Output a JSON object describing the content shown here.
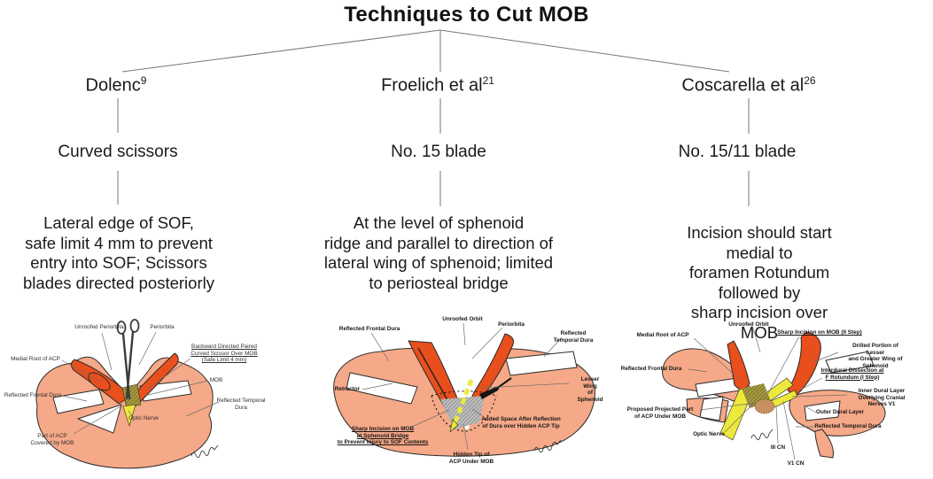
{
  "title": "Techniques to Cut MOB",
  "columns": [
    {
      "author": "Dolenc",
      "ref": "9",
      "tool": "Curved scissors",
      "description": "Lateral edge of SOF,\nsafe limit 4 mm to prevent\nentry into SOF; Scissors\nblades directed posteriorly"
    },
    {
      "author": "Froelich et al",
      "ref": "21",
      "tool": "No. 15 blade",
      "description": "At the level of sphenoid\nridge and parallel to direction of\nlateral wing of sphenoid; limited\nto periosteal bridge"
    },
    {
      "author": "Coscarella et al",
      "ref": "26",
      "tool": "No. 15/11 blade",
      "description": "Incision should start medial to\nforamen Rotundum followed by\nsharp incision over MOB"
    }
  ],
  "figures": {
    "dolenc": {
      "labels": {
        "unroofed_periorbita": "Unroofed Periorbita",
        "periorbita": "Periorbita",
        "medial_root_acp": "Medial Root of ACP",
        "backward_scissor": "Backward Directed Paired\nCurved Scissor Over MOB\n(Safe Limit 4 mm)",
        "mob": "MOB",
        "reflected_frontal_dura": "Reflected Frontal Dura",
        "reflected_temporal_dura": "Reflected Temporal Dura",
        "optic_nerve": "Optic Nerve",
        "part_acp": "Part of ACP\nCovered by MOB"
      }
    },
    "froelich": {
      "labels": {
        "unroofed_orbit": "Unroofed Orbit",
        "periorbita": "Periorbita",
        "reflected_frontal_dura": "Reflected Frontal Dura",
        "reflected_temporal_dura": "Reflected Temporal Dura",
        "retractor": "Retractor",
        "lesser_wing": "Lesser Wing\nof Sphenoid",
        "sharp_incision": "Sharp Incision on MOB\nat Sphenoid Bridge\nto Prevent Injury to SOF Contents",
        "added_space": "Added Space After Reflection\nof Dura over Hidden ACP Tip",
        "hidden_tip": "Hidden Tip of\nACP Under MOB"
      }
    },
    "coscarella": {
      "labels": {
        "unroofed_orbit": "Unroofed Orbit",
        "medial_root_acp": "Medial Root of ACP",
        "sharp_incision": "Sharp Incision on MOB (II Step)",
        "drilled_portion": "Drilled Portion of Lesser\nand Greater Wing of Sphenoid",
        "reflected_frontal_dura": "Reflected Frontal Dura",
        "interdural_dissection": "Interdural Dissection at\nF Rotundum (I Step)",
        "inner_dural_layer": "Inner Dural Layer\nOverlying Cranial Nerves V1",
        "proposed_projected": "Proposed Projected Part\nof ACP Under MOB",
        "outer_dural_layer": "Outer Dural Layer",
        "optic_nerve": "Optic Nerve",
        "reflected_temporal_dura": "Reflected Temporal Dura",
        "iii_cn": "III CN",
        "v1_cn": "V1 CN"
      }
    }
  },
  "colors": {
    "dura_salmon": "#F5A988",
    "periorbita_orange": "#E84F1D",
    "nerve_yellow": "#EDE93C",
    "mob_olive": "#A59A3D",
    "leader_line": "#6e6e6e"
  }
}
